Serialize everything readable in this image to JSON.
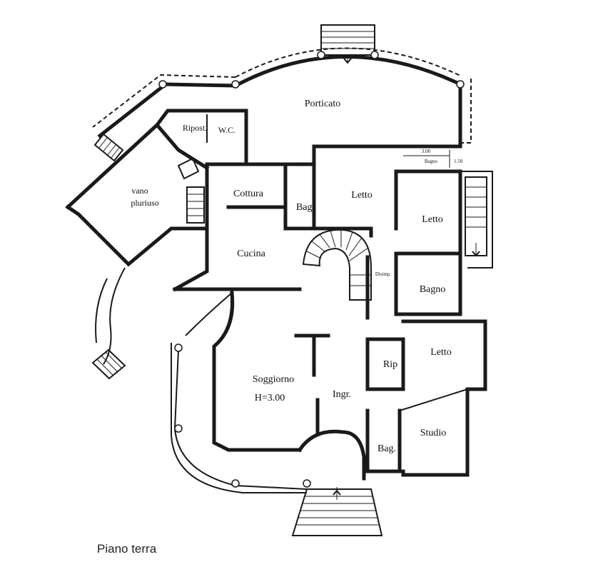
{
  "caption": "Piano terra",
  "rooms": {
    "porticato": "Porticato",
    "ripost": "Ripost.",
    "wc": "W.C.",
    "vano": "vano",
    "pluriuso": "pluriuso",
    "cottura": "Cottura",
    "bag_top": "Bag.",
    "letto_1": "Letto",
    "letto_2": "Letto",
    "cucina": "Cucina",
    "disimp": "Disimp.",
    "bagno": "Bagno",
    "letto_3": "Letto",
    "rip": "Rip",
    "soggiorno": "Soggiorno",
    "height": "H=3.00",
    "ingr": "Ingr.",
    "bag_bottom": "Bag.",
    "studio": "Studio"
  },
  "dimensions": {
    "width_label": "3.00",
    "depth_label": "1.50",
    "bagno_small": "Bagno"
  }
}
